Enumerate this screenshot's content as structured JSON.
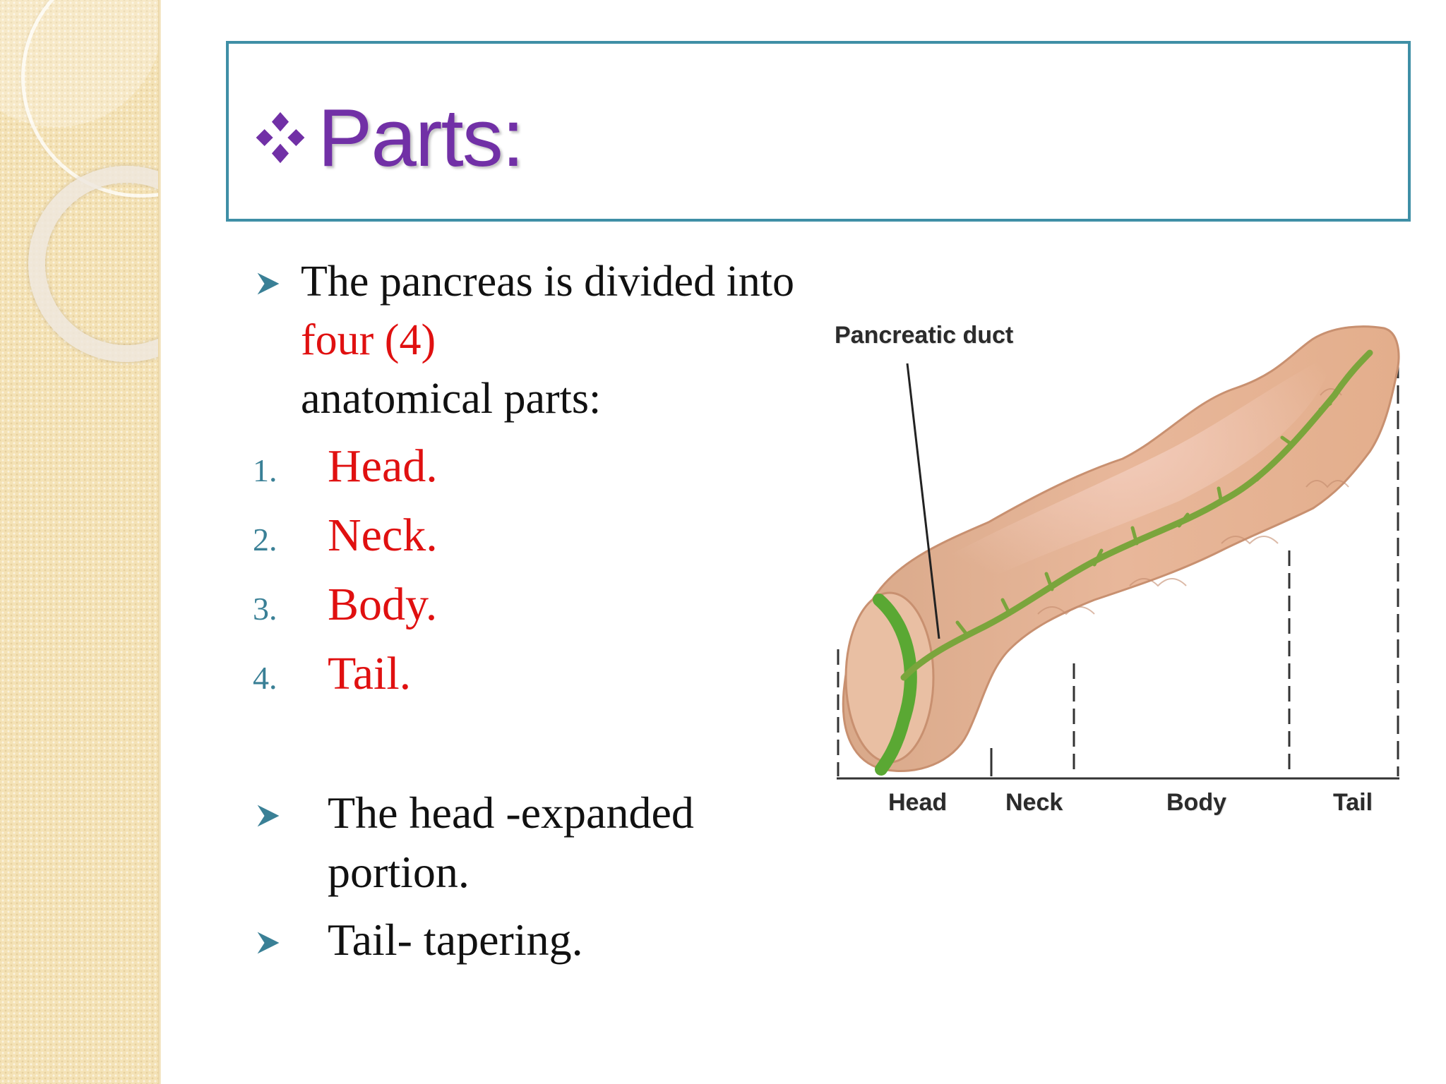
{
  "slide": {
    "title": "Parts:",
    "title_color": "#7130a6",
    "title_bullet_icon": "four-diamonds-icon",
    "border_color": "#3f8fa6"
  },
  "intro": {
    "text_before": "The pancreas is divided into",
    "highlight": "four (4)",
    "text_after": "anatomical parts:",
    "highlight_color": "#e01010"
  },
  "parts_list": [
    {
      "number": "1.",
      "label": "Head."
    },
    {
      "number": "2.",
      "label": "Neck."
    },
    {
      "number": "3.",
      "label": "Body."
    },
    {
      "number": "4.",
      "label": "Tail."
    }
  ],
  "notes": [
    {
      "text": "The head -expanded portion."
    },
    {
      "text": "Tail- tapering."
    }
  ],
  "diagram": {
    "duct_label": "Pancreatic duct",
    "region_labels": [
      "Head",
      "Neck",
      "Body",
      "Tail"
    ]
  }
}
